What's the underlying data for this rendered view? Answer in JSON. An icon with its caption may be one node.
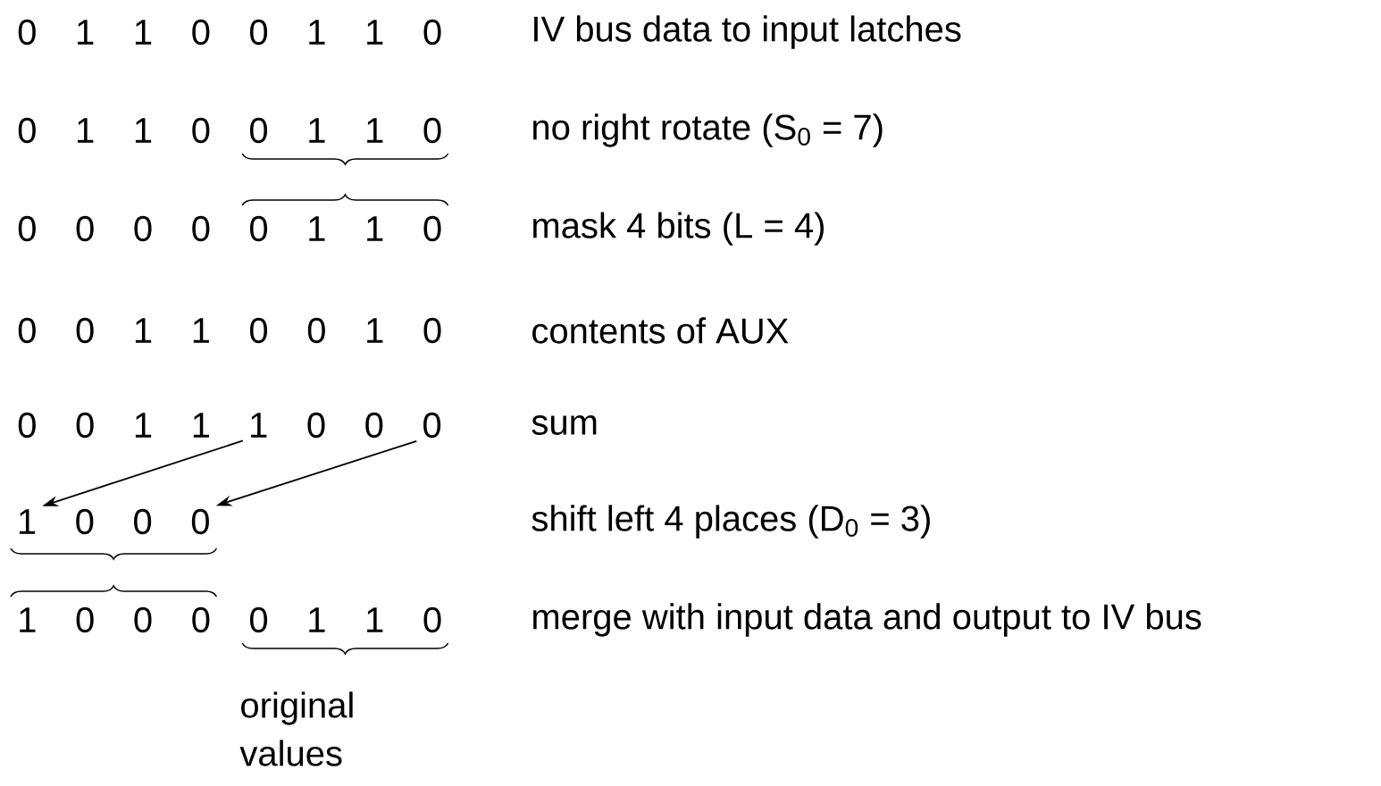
{
  "diagram": {
    "nodes": [
      {
        "text": [
          "1"
        ]
      },
      {
        "text": [
          "0"
        ]
      },
      {
        "text": [
          "0"
        ]
      },
      {
        "text": [
          "0"
        ]
      },
      {
        "text": [
          "1"
        ]
      },
      {
        "text": [
          "0"
        ]
      },
      {
        "text": [
          "0"
        ]
      },
      {
        "text": [
          "0"
        ]
      }
    ],
    "edges": [
      {
        "from": 0,
        "to": 4,
        "arrow": "to"
      },
      {
        "from": 3,
        "to": 7,
        "arrow": "to"
      }
    ],
    "labels": [
      "0 1 1 0",
      "0 1 1 0",
      "IV bus data to input latches",
      "0 1 1 0",
      "0 1 1 0",
      "no right rotate (S$_{0}$ = 7)",
      "0 0 0 0",
      "0 1 1 0",
      "mask 4 bits (L = 4)",
      "0 0 1 1",
      "0 0 1 0",
      "contents of AUX",
      "0 0 1 1",
      "sum",
      "shift left 4 places (D$_{0}$ = 3)",
      "1 0 0 0",
      "0 1 1 0",
      "merge with input data and output to IV bus",
      "original values"
    ]
  }
}
